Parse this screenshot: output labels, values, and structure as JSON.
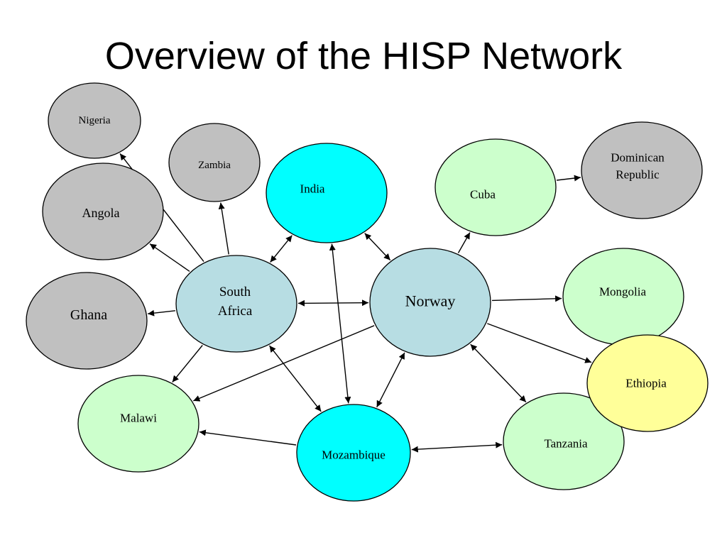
{
  "title": "Overview of the HISP Network",
  "colors": {
    "grey": "#c0c0c0",
    "cyan": "#00ffff",
    "lightblue": "#b7dde3",
    "lightgreen": "#ccffcc",
    "yellow": "#ffff99",
    "stroke": "#000000"
  },
  "nodes": [
    {
      "id": "nigeria",
      "lines": [
        "Nigeria"
      ],
      "color": "grey"
    },
    {
      "id": "zambia",
      "lines": [
        "Zambia"
      ],
      "color": "grey"
    },
    {
      "id": "angola",
      "lines": [
        "Angola"
      ],
      "color": "grey"
    },
    {
      "id": "ghana",
      "lines": [
        "Ghana"
      ],
      "color": "grey"
    },
    {
      "id": "south-africa",
      "lines": [
        "South",
        "Africa"
      ],
      "color": "lightblue"
    },
    {
      "id": "india",
      "lines": [
        "India"
      ],
      "color": "cyan"
    },
    {
      "id": "norway",
      "lines": [
        "Norway"
      ],
      "color": "lightblue"
    },
    {
      "id": "cuba",
      "lines": [
        "Cuba"
      ],
      "color": "lightgreen"
    },
    {
      "id": "dominican-republic",
      "lines": [
        "Dominican",
        "Republic"
      ],
      "color": "grey"
    },
    {
      "id": "mongolia",
      "lines": [
        "Mongolia"
      ],
      "color": "lightgreen"
    },
    {
      "id": "tanzania",
      "lines": [
        "Tanzania"
      ],
      "color": "lightgreen"
    },
    {
      "id": "ethiopia",
      "lines": [
        "Ethiopia"
      ],
      "color": "yellow"
    },
    {
      "id": "malawi",
      "lines": [
        "Malawi"
      ],
      "color": "lightgreen"
    },
    {
      "id": "mozambique",
      "lines": [
        "Mozambique"
      ],
      "color": "cyan"
    }
  ],
  "edges": [
    {
      "from": "south-africa",
      "to": "nigeria",
      "direction": "forward"
    },
    {
      "from": "south-africa",
      "to": "zambia",
      "direction": "forward"
    },
    {
      "from": "south-africa",
      "to": "angola",
      "direction": "forward"
    },
    {
      "from": "south-africa",
      "to": "ghana",
      "direction": "forward"
    },
    {
      "from": "south-africa",
      "to": "malawi",
      "direction": "forward"
    },
    {
      "from": "south-africa",
      "to": "india",
      "direction": "both"
    },
    {
      "from": "south-africa",
      "to": "norway",
      "direction": "both"
    },
    {
      "from": "south-africa",
      "to": "mozambique",
      "direction": "both"
    },
    {
      "from": "india",
      "to": "norway",
      "direction": "both"
    },
    {
      "from": "india",
      "to": "mozambique",
      "direction": "both"
    },
    {
      "from": "norway",
      "to": "cuba",
      "direction": "forward"
    },
    {
      "from": "cuba",
      "to": "dominican-republic",
      "direction": "forward"
    },
    {
      "from": "norway",
      "to": "mongolia",
      "direction": "forward"
    },
    {
      "from": "norway",
      "to": "ethiopia",
      "direction": "forward"
    },
    {
      "from": "norway",
      "to": "tanzania",
      "direction": "both"
    },
    {
      "from": "norway",
      "to": "mozambique",
      "direction": "both"
    },
    {
      "from": "norway",
      "to": "malawi",
      "direction": "forward"
    },
    {
      "from": "mozambique",
      "to": "malawi",
      "direction": "forward"
    },
    {
      "from": "mozambique",
      "to": "tanzania",
      "direction": "both"
    }
  ]
}
